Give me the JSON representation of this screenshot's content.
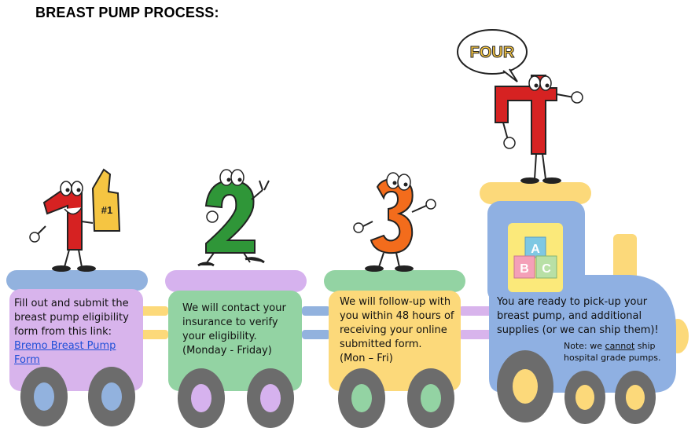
{
  "title": "BREAST PUMP PROCESS:",
  "bubble_text": "FOUR",
  "badge_text": "#1",
  "blocks": [
    "A",
    "B",
    "C"
  ],
  "steps": [
    {
      "lines": [
        "Fill out and submit the",
        "breast pump eligibility",
        "form from this link:"
      ],
      "link_text": "Bremo Breast Pump Form"
    },
    {
      "lines": [
        "We will contact your",
        "insurance to verify",
        "your eligibility.",
        "(Monday - Friday)"
      ]
    },
    {
      "lines": [
        "We will follow-up with",
        "you within 48 hours of",
        "receiving your online",
        "submitted form.",
        "(Mon – Fri)"
      ]
    },
    {
      "lines": [
        "You are ready to pick-up your",
        "breast pump, and additional",
        "supplies (or we can ship them)!"
      ]
    }
  ],
  "note": {
    "prefix": "Note: we ",
    "emphasis": "cannot",
    "suffix": " ship",
    "line2": "hospital grade pumps."
  },
  "colors": {
    "car1": "#d8b4ec",
    "car1_roof": "#92b2de",
    "car2": "#93d3a3",
    "car2_roof": "#d6b2ee",
    "car3": "#fcd97a",
    "car3_roof": "#93d3a3",
    "engine": "#8fb0e2",
    "engine_roof": "#fcd97a",
    "wheel": "#6c6c6c",
    "digit1": "#d62222",
    "digit2": "#2f9638",
    "digit3": "#f36c1c",
    "digit4": "#d62222"
  }
}
